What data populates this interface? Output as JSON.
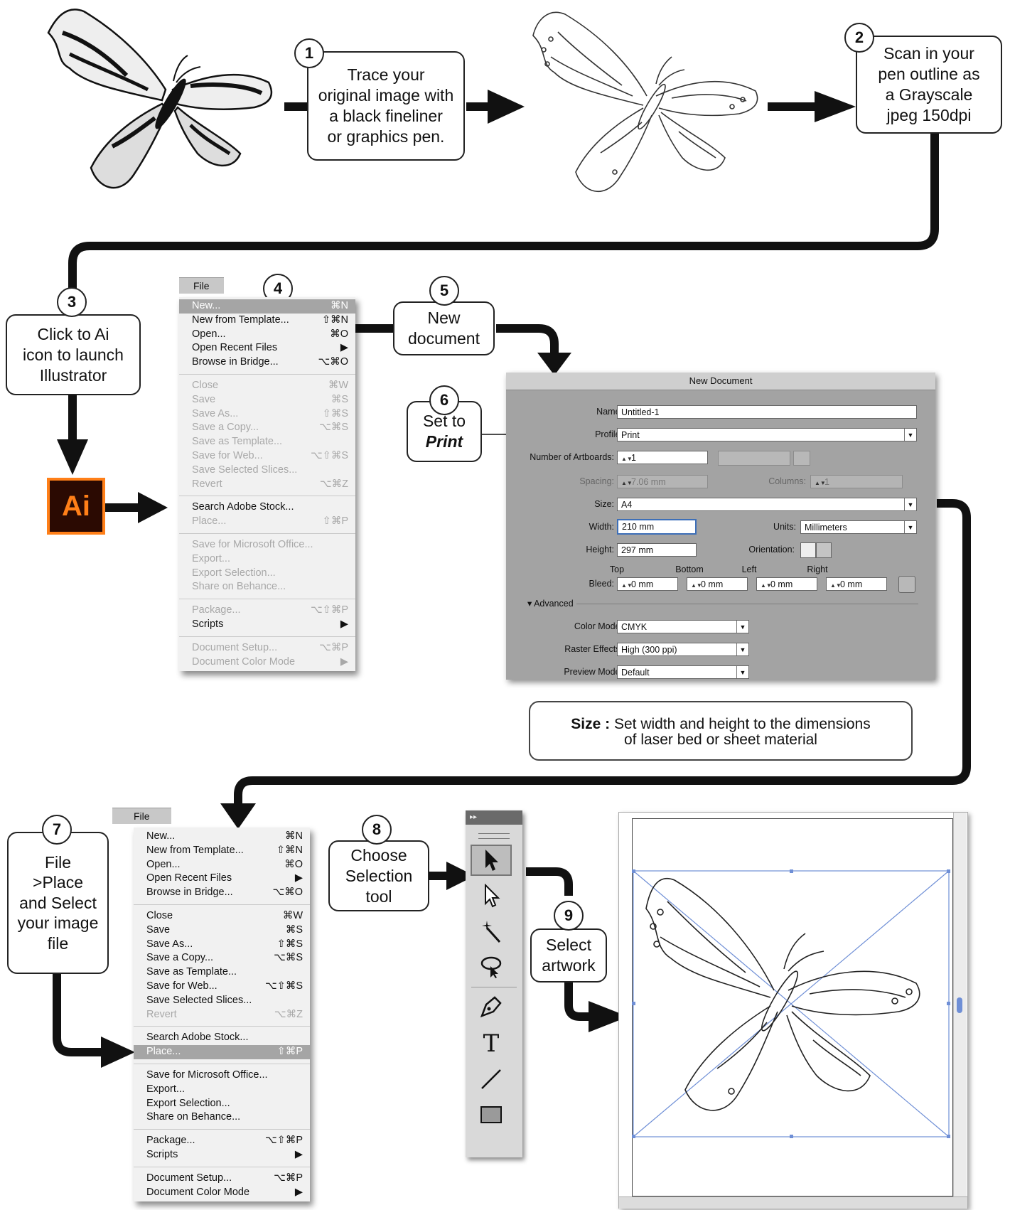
{
  "steps": [
    {
      "num": "1",
      "text": "Trace your\noriginal image with\na black fineliner\nor graphics pen."
    },
    {
      "num": "2",
      "text": "Scan in your\npen outline as\na Grayscale\njpeg 150dpi"
    },
    {
      "num": "3",
      "text": "Click to Ai\nicon to launch\nIllustrator"
    },
    {
      "num": "4",
      "text": ""
    },
    {
      "num": "5",
      "text": "New\ndocument"
    },
    {
      "num": "6",
      "text": "Set to",
      "emph": "Print"
    },
    {
      "num": "7",
      "text": "File\n>Place\nand Select\nyour image\nfile"
    },
    {
      "num": "8",
      "text": "Choose\nSelection\ntool"
    },
    {
      "num": "9",
      "text": "Select\nartwork"
    }
  ],
  "ai_icon": {
    "label": "Ai",
    "color": "#ff7f18",
    "bg": "#2b0a02"
  },
  "note": {
    "bold": "Size :",
    "text": "Set width and height to the dimensions\nof laser bed or sheet material"
  },
  "file_menu_1": {
    "tab": "File",
    "groups": [
      [
        {
          "label": "New...",
          "shortcut": "⌘N",
          "state": "highlight"
        },
        {
          "label": "New from Template...",
          "shortcut": "⇧⌘N",
          "state": "enabled"
        },
        {
          "label": "Open...",
          "shortcut": "⌘O",
          "state": "enabled"
        },
        {
          "label": "Open Recent Files",
          "shortcut": "▶",
          "state": "enabled"
        },
        {
          "label": "Browse in Bridge...",
          "shortcut": "⌥⌘O",
          "state": "enabled"
        }
      ],
      [
        {
          "label": "Close",
          "shortcut": "⌘W",
          "state": "disabled"
        },
        {
          "label": "Save",
          "shortcut": "⌘S",
          "state": "disabled"
        },
        {
          "label": "Save As...",
          "shortcut": "⇧⌘S",
          "state": "disabled"
        },
        {
          "label": "Save a Copy...",
          "shortcut": "⌥⌘S",
          "state": "disabled"
        },
        {
          "label": "Save as Template...",
          "shortcut": "",
          "state": "disabled"
        },
        {
          "label": "Save for Web...",
          "shortcut": "⌥⇧⌘S",
          "state": "disabled"
        },
        {
          "label": "Save Selected Slices...",
          "shortcut": "",
          "state": "disabled"
        },
        {
          "label": "Revert",
          "shortcut": "⌥⌘Z",
          "state": "disabled"
        }
      ],
      [
        {
          "label": "Search Adobe Stock...",
          "shortcut": "",
          "state": "enabled"
        },
        {
          "label": "Place...",
          "shortcut": "⇧⌘P",
          "state": "disabled"
        }
      ],
      [
        {
          "label": "Save for Microsoft Office...",
          "shortcut": "",
          "state": "disabled"
        },
        {
          "label": "Export...",
          "shortcut": "",
          "state": "disabled"
        },
        {
          "label": "Export Selection...",
          "shortcut": "",
          "state": "disabled"
        },
        {
          "label": "Share on Behance...",
          "shortcut": "",
          "state": "disabled"
        }
      ],
      [
        {
          "label": "Package...",
          "shortcut": "⌥⇧⌘P",
          "state": "disabled"
        },
        {
          "label": "Scripts",
          "shortcut": "▶",
          "state": "enabled"
        }
      ],
      [
        {
          "label": "Document Setup...",
          "shortcut": "⌥⌘P",
          "state": "disabled"
        },
        {
          "label": "Document Color Mode",
          "shortcut": "▶",
          "state": "disabled"
        }
      ]
    ]
  },
  "file_menu_2": {
    "tab": "File",
    "groups": [
      [
        {
          "label": "New...",
          "shortcut": "⌘N",
          "state": "enabled"
        },
        {
          "label": "New from Template...",
          "shortcut": "⇧⌘N",
          "state": "enabled"
        },
        {
          "label": "Open...",
          "shortcut": "⌘O",
          "state": "enabled"
        },
        {
          "label": "Open Recent Files",
          "shortcut": "▶",
          "state": "enabled"
        },
        {
          "label": "Browse in Bridge...",
          "shortcut": "⌥⌘O",
          "state": "enabled"
        }
      ],
      [
        {
          "label": "Close",
          "shortcut": "⌘W",
          "state": "enabled"
        },
        {
          "label": "Save",
          "shortcut": "⌘S",
          "state": "enabled"
        },
        {
          "label": "Save As...",
          "shortcut": "⇧⌘S",
          "state": "enabled"
        },
        {
          "label": "Save a Copy...",
          "shortcut": "⌥⌘S",
          "state": "enabled"
        },
        {
          "label": "Save as Template...",
          "shortcut": "",
          "state": "enabled"
        },
        {
          "label": "Save for Web...",
          "shortcut": "⌥⇧⌘S",
          "state": "enabled"
        },
        {
          "label": "Save Selected Slices...",
          "shortcut": "",
          "state": "enabled"
        },
        {
          "label": "Revert",
          "shortcut": "⌥⌘Z",
          "state": "disabled"
        }
      ],
      [
        {
          "label": "Search Adobe Stock...",
          "shortcut": "",
          "state": "enabled"
        },
        {
          "label": "Place...",
          "shortcut": "⇧⌘P",
          "state": "highlight"
        }
      ],
      [
        {
          "label": "Save for Microsoft Office...",
          "shortcut": "",
          "state": "enabled"
        },
        {
          "label": "Export...",
          "shortcut": "",
          "state": "enabled"
        },
        {
          "label": "Export Selection...",
          "shortcut": "",
          "state": "enabled"
        },
        {
          "label": "Share on Behance...",
          "shortcut": "",
          "state": "enabled"
        }
      ],
      [
        {
          "label": "Package...",
          "shortcut": "⌥⇧⌘P",
          "state": "enabled"
        },
        {
          "label": "Scripts",
          "shortcut": "▶",
          "state": "enabled"
        }
      ],
      [
        {
          "label": "Document Setup...",
          "shortcut": "⌥⌘P",
          "state": "enabled"
        },
        {
          "label": "Document Color Mode",
          "shortcut": "▶",
          "state": "enabled"
        }
      ]
    ]
  },
  "dialog": {
    "title": "New Document",
    "name_label": "Name:",
    "name_value": "Untitled-1",
    "profile_label": "Profile:",
    "profile_value": "Print",
    "artboards_label": "Number of Artboards:",
    "artboards_value": "1",
    "spacing_label": "Spacing:",
    "spacing_value": "7.06 mm",
    "columns_label": "Columns:",
    "columns_value": "1",
    "size_label": "Size:",
    "size_value": "A4",
    "width_label": "Width:",
    "width_value": "210 mm",
    "units_label": "Units:",
    "units_value": "Millimeters",
    "height_label": "Height:",
    "height_value": "297 mm",
    "orientation_label": "Orientation:",
    "bleed_label": "Bleed:",
    "bleed_top_label": "Top",
    "bleed_top": "0 mm",
    "bleed_bottom_label": "Bottom",
    "bleed_bottom": "0 mm",
    "bleed_left_label": "Left",
    "bleed_left": "0 mm",
    "bleed_right_label": "Right",
    "bleed_right": "0 mm",
    "advanced_label": "Advanced",
    "color_mode_label": "Color Mode:",
    "color_mode_value": "CMYK",
    "raster_label": "Raster Effects:",
    "raster_value": "High (300 ppi)",
    "preview_label": "Preview Mode:",
    "preview_value": "Default"
  },
  "toolbox": {
    "tools": [
      "selection-tool",
      "direct-selection-tool",
      "magic-wand-tool",
      "lasso-tool",
      "pen-tool",
      "type-tool",
      "line-tool",
      "rectangle-tool"
    ],
    "type_glyph": "T",
    "header_glyph": "▸▸"
  },
  "colors": {
    "arrow": "#111111",
    "selection": "#6f8fd6",
    "ai_orange": "#ff7f18"
  }
}
